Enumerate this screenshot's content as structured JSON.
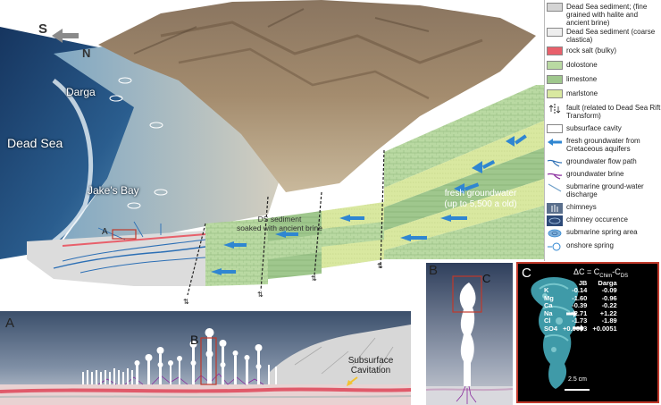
{
  "block": {
    "compass_s": "S",
    "compass_n": "N",
    "place_darga": "Darga",
    "place_dead_sea": "Dead Sea",
    "place_jakes_bay": "Jake's Bay",
    "marker_a": "A",
    "ds_sediment_label": "DS sediment\nsoaked with ancient brine",
    "fresh_groundwater_label": "fresh groundwater\n(up to 5,500 a old)"
  },
  "legend": {
    "items": [
      {
        "label": "Dead Sea sediment; (fine grained with halite and ancient brine)",
        "icon": "swatch-fine-sediment",
        "color": "#d4d4d4"
      },
      {
        "label": "Dead Sea sediment (coarse clastica)",
        "icon": "swatch-coarse-clastics",
        "color": "#eeeeee"
      },
      {
        "label": "rock salt (bulky)",
        "icon": "swatch-rock-salt",
        "color": "#e8606b"
      },
      {
        "label": "dolostone",
        "icon": "swatch-dolostone",
        "color": "#b9d9a2"
      },
      {
        "label": "limestone",
        "icon": "swatch-limestone",
        "color": "#9fc78d"
      },
      {
        "label": "marlstone",
        "icon": "swatch-marlstone",
        "color": "#d9e8a0"
      },
      {
        "label": "fault (related to Dead Sea Rift Transform)",
        "icon": "fault-icon"
      },
      {
        "label": "subsurface cavity",
        "icon": "cavity-icon",
        "color": "#ffffff"
      },
      {
        "label": "fresh groundwater from Cretaceous aquifers",
        "icon": "blue-arrow-icon",
        "color": "#2f86d1"
      },
      {
        "label": "groundwater flow path",
        "icon": "flow-path-icon",
        "color": "#2c6fb5"
      },
      {
        "label": "groundwater brine",
        "icon": "brine-icon",
        "color": "#8a2c9e"
      },
      {
        "label": "submarine ground-water discharge",
        "icon": "discharge-icon"
      },
      {
        "label": "chimneys",
        "icon": "chimney-icon"
      },
      {
        "label": "chimney occurence",
        "icon": "chimney-occurrence-icon"
      },
      {
        "label": "submarine spring area",
        "icon": "submarine-spring-icon"
      },
      {
        "label": "onshore spring",
        "icon": "onshore-spring-icon"
      }
    ]
  },
  "panel_a": {
    "label": "A",
    "marker_b": "B",
    "annotation": "Subsurface\nCavitation"
  },
  "panel_b": {
    "label": "B",
    "marker_c": "C"
  },
  "panel_c": {
    "label": "C",
    "formula": "ΔC = C",
    "formula_sub1": "Chim",
    "formula_mid": "-C",
    "formula_sub2": "DS",
    "col_jb": "JB",
    "col_darga": "Darga",
    "rows": [
      {
        "ion": "K",
        "jb": "-0.14",
        "darga": "-0.09"
      },
      {
        "ion": "Mg",
        "jb": "-1.60",
        "darga": "-0.96"
      },
      {
        "ion": "Ca",
        "jb": "-0.39",
        "darga": "-0.22"
      },
      {
        "ion": "Na",
        "jb": "+2.71",
        "darga": "+1.22"
      },
      {
        "ion": "Cl",
        "jb": "-1.73",
        "darga": "-1.89"
      },
      {
        "ion": "SO4",
        "jb": "+0.0053",
        "darga": "+0.0051"
      }
    ],
    "scale_label": "2.5 cm"
  }
}
